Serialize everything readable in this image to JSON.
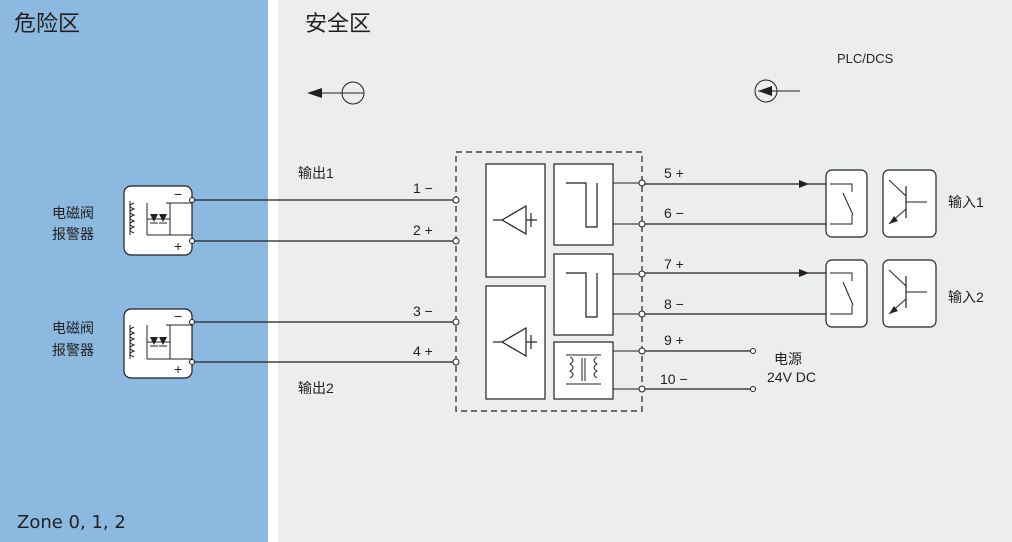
{
  "zones": {
    "hazardous": {
      "title": "危险区",
      "footer": "Zone  0, 1, 2",
      "color": "#8cb9e0"
    },
    "safe": {
      "title": "安全区",
      "color": "#eceeee"
    }
  },
  "system_label": "PLC/DCS",
  "outputs": {
    "out1": "输出1",
    "out2": "输出2"
  },
  "inputs": {
    "in1": "输入1",
    "in2": "输入2"
  },
  "field_devices": {
    "device1": {
      "line1": "电磁阀",
      "line2": "报警器",
      "minus": "−",
      "plus": "+"
    },
    "device2": {
      "line1": "电磁阀",
      "line2": "报警器",
      "minus": "−",
      "plus": "+"
    }
  },
  "terminals": {
    "t1": "1 −",
    "t2": "2 +",
    "t3": "3 −",
    "t4": "4 +",
    "t5": "5 +",
    "t6": "6 −",
    "t7": "7 +",
    "t8": "8 −",
    "t9": "9 +",
    "t10": "10 −"
  },
  "power": {
    "line1": "电源",
    "line2": "24V DC"
  },
  "icons": {
    "direction_out": "arrow-left-circle-icon",
    "direction_in": "arrow-into-circle-icon"
  }
}
